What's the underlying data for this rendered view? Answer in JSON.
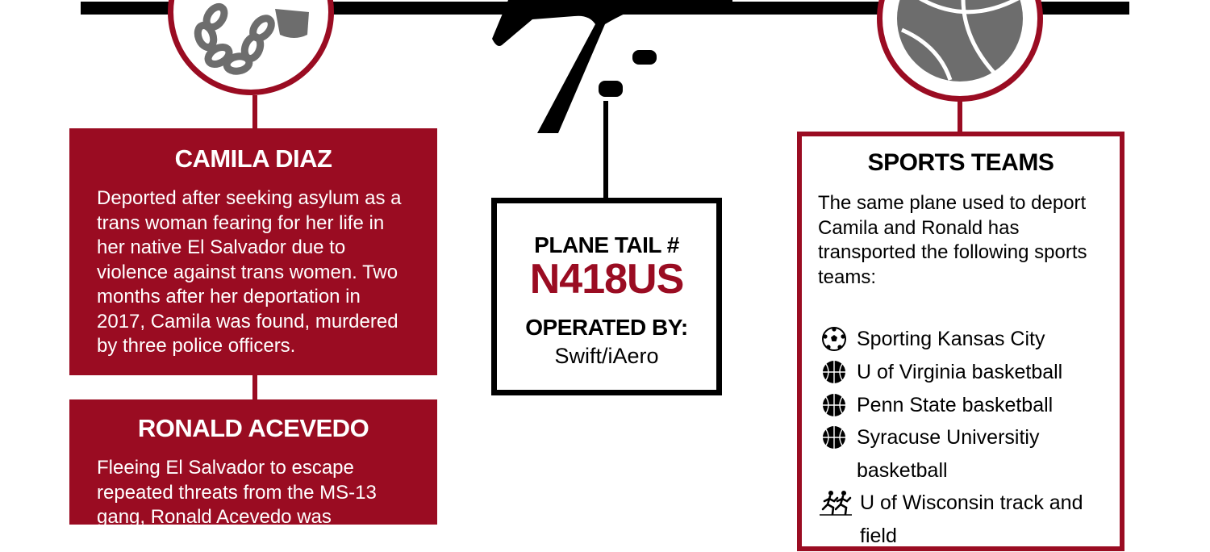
{
  "left": {
    "cards": [
      {
        "title": "CAMILA DIAZ",
        "body": "Deported after seeking asylum as a trans woman fearing for her life in her native El Salvador due to violence against trans women. Two months after her deportation in 2017, Camila was found, murdered by three police officers."
      },
      {
        "title": "RONALD ACEVEDO",
        "body": "Fleeing El Salvador to escape repeated threats from the MS-13 gang, Ronald Acevedo was"
      }
    ],
    "icon": "shackles-icon"
  },
  "center": {
    "icon": "airplane-icon",
    "tail_label": "PLANE TAIL #",
    "tail_number": "N418US",
    "operated_label": "OPERATED BY:",
    "operator": "Swift/iAero"
  },
  "right": {
    "icon": "basketball-icon",
    "title": "SPORTS TEAMS",
    "intro": "The same plane used to deport Camila and Ronald has transported the following sports teams:",
    "teams": [
      {
        "icon": "soccer-ball-icon",
        "label": "Sporting Kansas City"
      },
      {
        "icon": "basketball-icon",
        "label": "U of Virginia basketball"
      },
      {
        "icon": "basketball-icon",
        "label": "Penn State basketball"
      },
      {
        "icon": "basketball-icon",
        "label": "Syracuse Universitiy basketball"
      },
      {
        "icon": "runners-icon",
        "label": "U of Wisconsin track and field"
      }
    ]
  },
  "colors": {
    "accent": "#9a0c22",
    "black": "#000000",
    "icon_gray": "#6d6d6d"
  }
}
